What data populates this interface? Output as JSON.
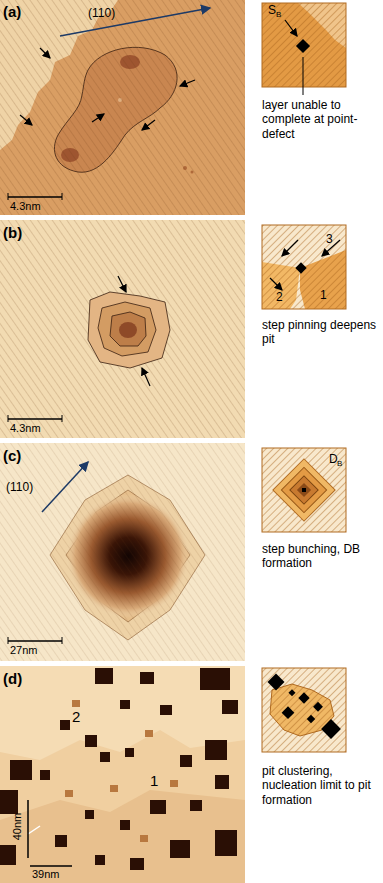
{
  "diagram": {
    "labels": [
      "(a)",
      "(110)",
      "4.3nm",
      "S",
      "B",
      "layer unable to complete at point-defect",
      "(b)",
      "4.3nm",
      "3",
      "2",
      "1",
      "step pinning deepens pit",
      "(c)",
      "(110)",
      "27nm",
      "D",
      "B",
      "step bunching, DB formation",
      "(d)",
      "2",
      "1",
      "40nm",
      "39nm",
      "pit clustering, nucleation limit to pit formation"
    ]
  }
}
